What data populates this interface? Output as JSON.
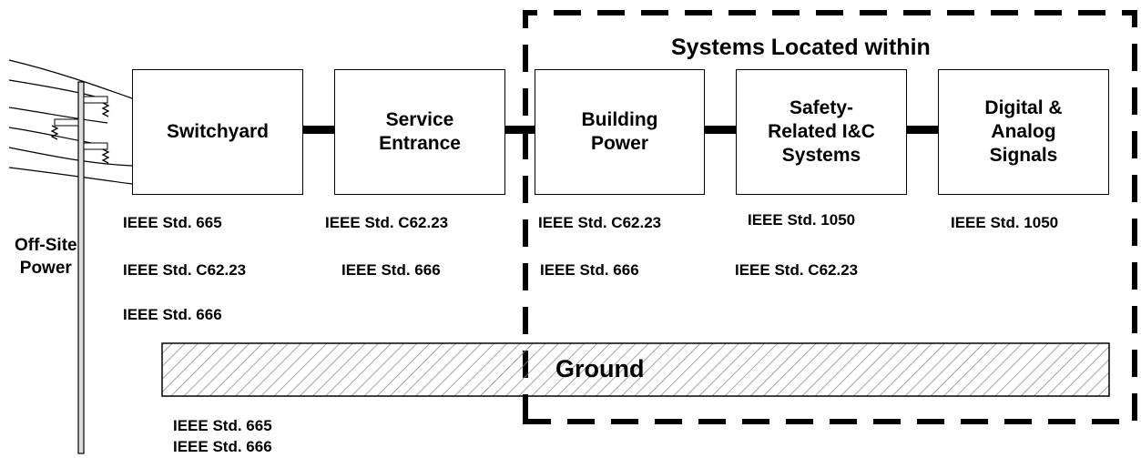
{
  "region_title": "Systems Located within",
  "offsite_label": "Off-Site\nPower",
  "ground_label": "Ground",
  "boxes": [
    {
      "label": "Switchyard"
    },
    {
      "label": "Service\nEntrance"
    },
    {
      "label": "Building\nPower"
    },
    {
      "label": "Safety-\nRelated I&C\nSystems"
    },
    {
      "label": "Digital &\nAnalog\nSignals"
    }
  ],
  "standards": {
    "switchyard": [
      "IEEE Std. 665",
      "IEEE Std. C62.23",
      "IEEE Std. 666"
    ],
    "service_entrance": [
      "IEEE Std. C62.23",
      "IEEE Std. 666"
    ],
    "building_power": [
      "IEEE Std. C62.23",
      "IEEE Std. 666"
    ],
    "safety_related": [
      "IEEE Std. 1050",
      "IEEE Std. C62.23"
    ],
    "digital_analog": [
      "IEEE Std. 1050"
    ],
    "ground": [
      "IEEE Std. 665",
      "IEEE Std. 666"
    ]
  }
}
